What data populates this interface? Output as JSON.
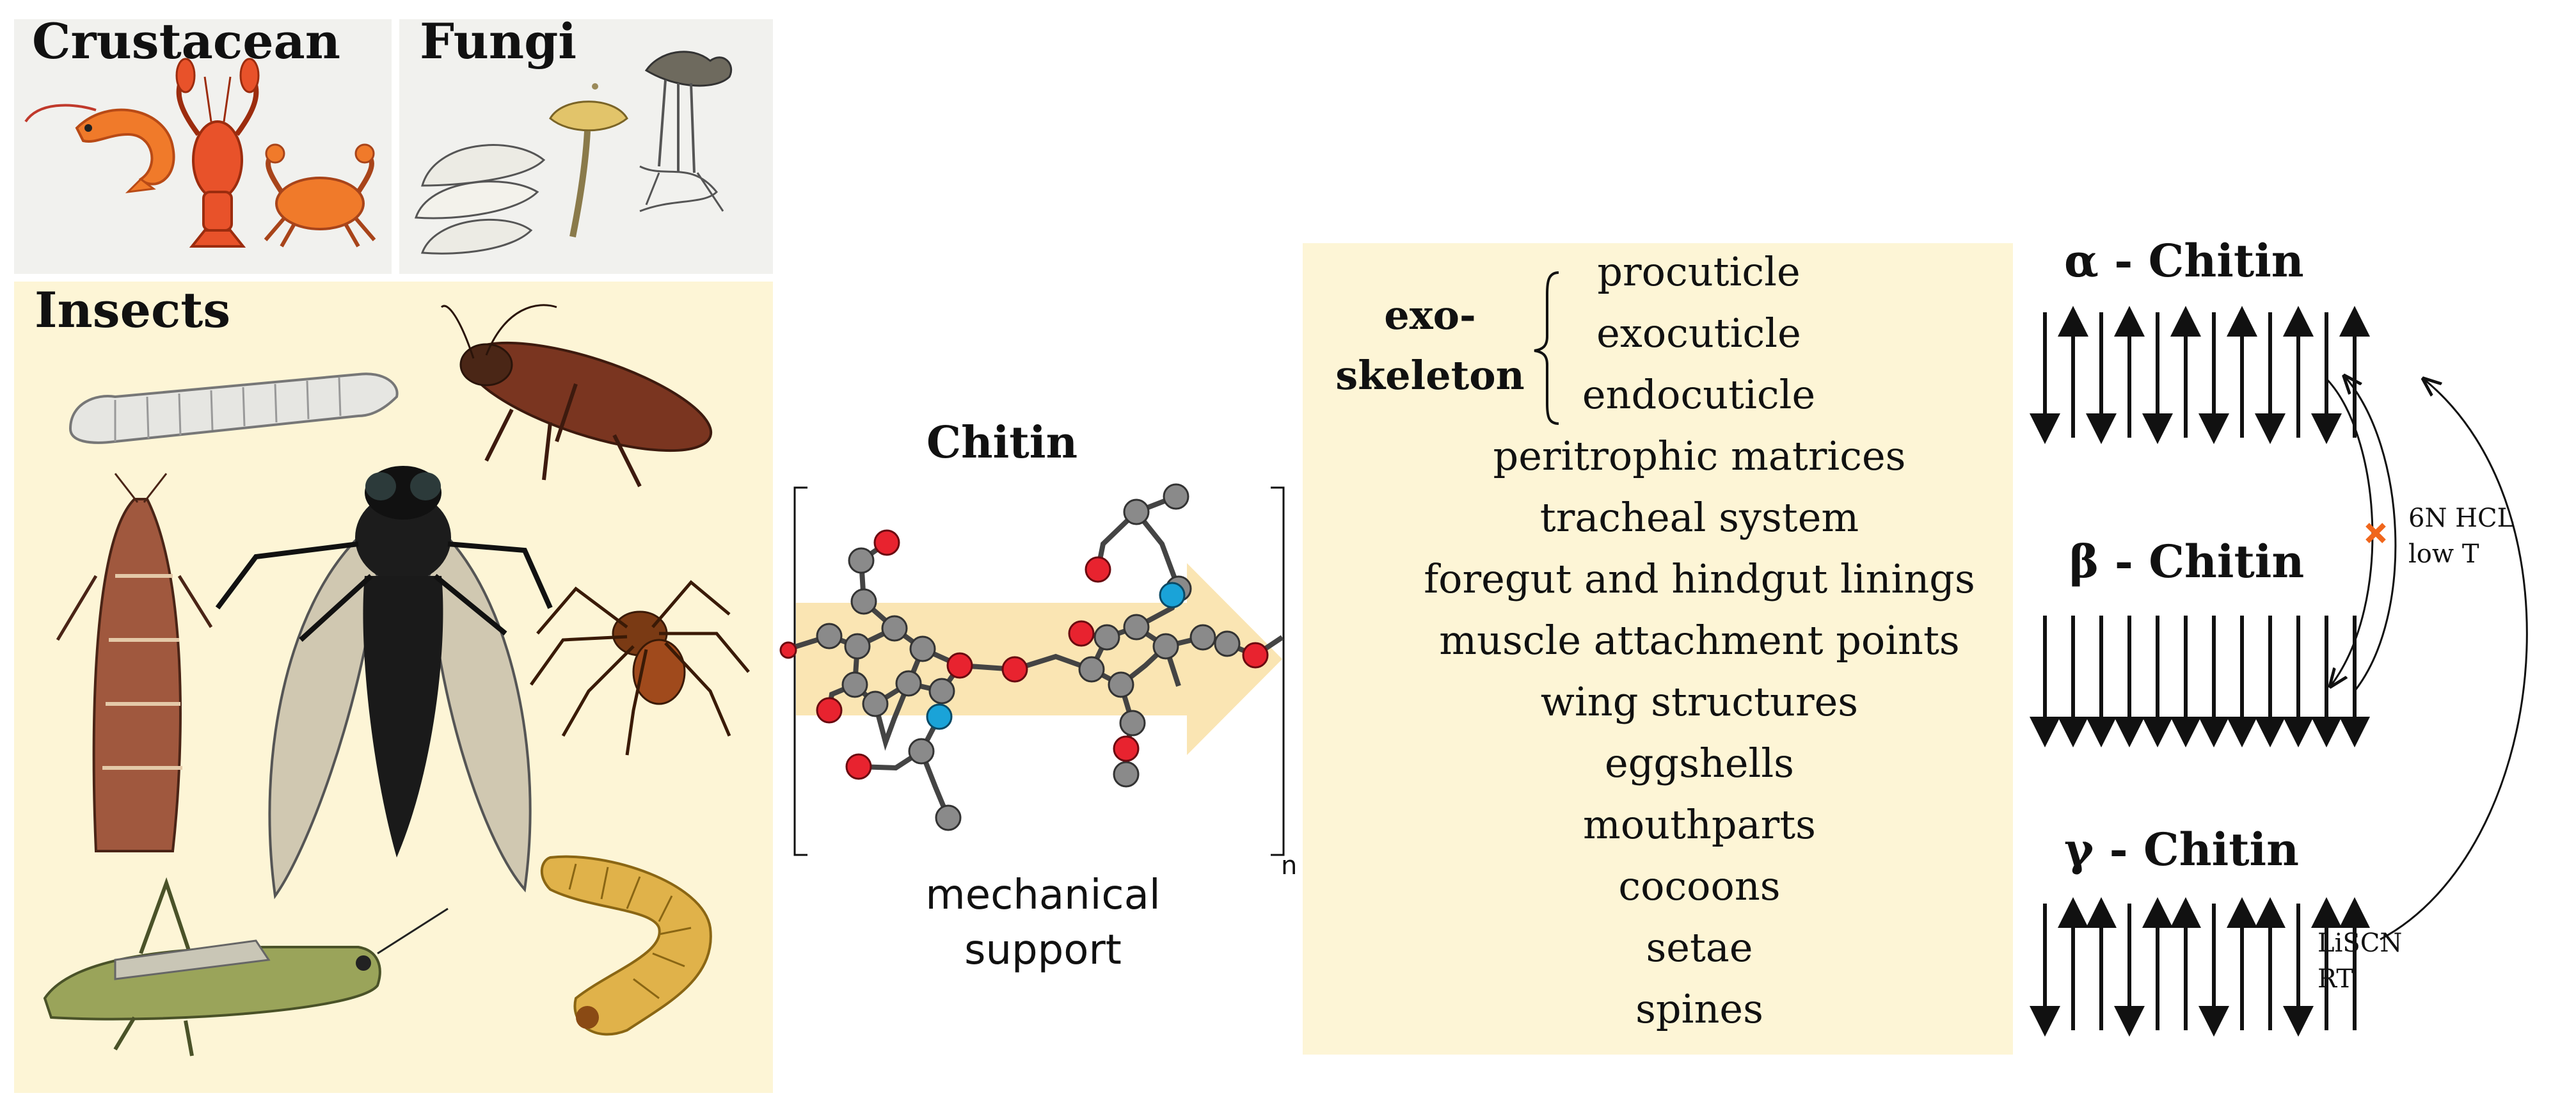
{
  "panels": {
    "crustacean": "Crustacean",
    "fungi": "Fungi",
    "insects": "Insects"
  },
  "chitin": {
    "title": "Chitin",
    "function_line1": "mechanical",
    "function_line2": "support",
    "repeat_subscript": "n"
  },
  "exoskeleton": {
    "label_line1": "exo-",
    "label_line2": "skeleton",
    "layers": [
      "procuticle",
      "exocuticle",
      "endocuticle"
    ]
  },
  "sites": [
    "peritrophic matrices",
    "tracheal system",
    "foregut and hindgut linings",
    "muscle attachment points",
    "wing structures",
    "eggshells",
    "mouthparts",
    "cocoons",
    "setae",
    "spines"
  ],
  "polymorphs": {
    "alpha": {
      "label": "α - Chitin",
      "arrows": [
        "down",
        "up",
        "down",
        "up",
        "down",
        "up",
        "down",
        "up",
        "down",
        "up",
        "down",
        "up"
      ]
    },
    "beta": {
      "label": "β - Chitin",
      "arrows": [
        "down",
        "down",
        "down",
        "down",
        "down",
        "down",
        "down",
        "down",
        "down",
        "down",
        "down",
        "down"
      ]
    },
    "gamma": {
      "label": "γ - Chitin",
      "arrows": [
        "down",
        "up",
        "up",
        "down",
        "up",
        "up",
        "down",
        "up",
        "up",
        "down",
        "up",
        "up"
      ]
    }
  },
  "conversions": {
    "hcl_line1": "6N HCL",
    "hcl_line2": "low T",
    "liscn_line1": "LiSCN",
    "liscn_line2": "RT"
  },
  "colors": {
    "panel_grey": "#f1f1ee",
    "panel_cream": "#fdf5d6",
    "arrow_band": "#fae5b3",
    "oxygen": "#e8232f",
    "nitrogen": "#1aa3d8",
    "carbon": "#8a8a8a",
    "blocked_cross": "#f0661c"
  }
}
